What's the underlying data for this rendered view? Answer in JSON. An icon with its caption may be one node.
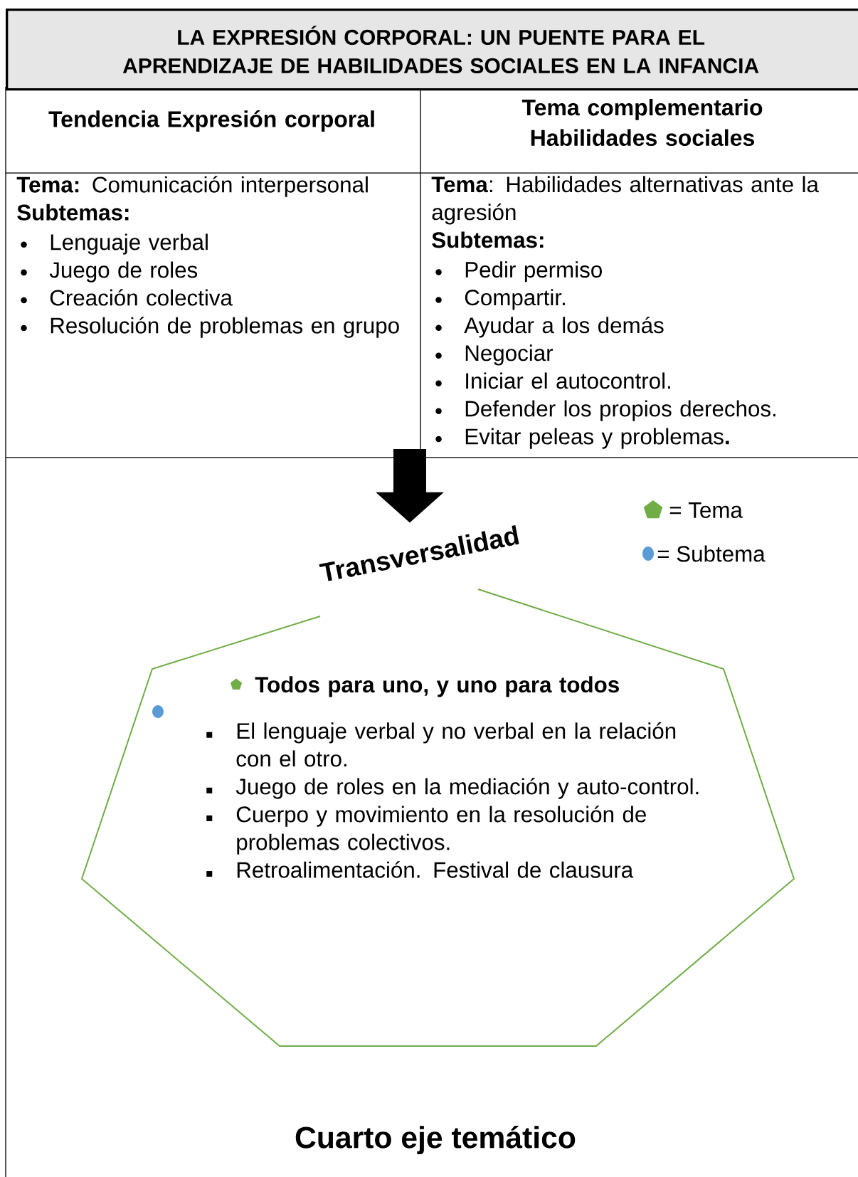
{
  "diagram": {
    "title": "LA EXPRESIÓN CORPORAL: UN PUENTE PARA EL APRENDIZAJE DE HABILIDADES SOCIALES EN LA INFANCIA",
    "nodes": [
      {
        "text": [
          "Tendencia Expresión corporal"
        ]
      },
      {
        "text": [
          "Tema complementario Habilidades sociales"
        ]
      },
      {
        "text": [
          "**Tema:** Comunicación interpersonal",
          "Subtemas:",
          "Lenguaje verbal",
          "Juego de roles",
          "Creación colectiva",
          "Resolución de problemas en grupo"
        ]
      },
      {
        "text": [
          "**Tema**: Habilidades alternativas ante la agresión",
          "Subtemas:",
          "Pedir permiso",
          "Compartir.",
          "Ayudar a los demás",
          "Negociar",
          "Iniciar el autocontrol.",
          "Defender los propios derechos.",
          "Evitar peleas y problemas**.**"
        ]
      },
      {
        "text": [
          "Todos para uno, y uno para todos",
          "El lenguaje verbal y no verbal en la relación con el otro.",
          "Juego de roles en la mediación y auto-control.",
          "Cuerpo y movimiento en la resolución de problemas colectivos.",
          "Retroalimentación. Festival de clausura"
        ]
      },
      {
        "text": [
          "Transversalidad"
        ]
      }
    ],
    "edges": [
      {
        "from": 3,
        "to": 5,
        "arrow": "to"
      }
    ],
    "labels": [
      "Cuarto eje temático"
    ],
    "legend": [
      {
        "text": "= Tema",
        "color": "#70ad47"
      },
      {
        "text": "= Subtema",
        "color": "#5b9bd5"
      }
    ]
  }
}
